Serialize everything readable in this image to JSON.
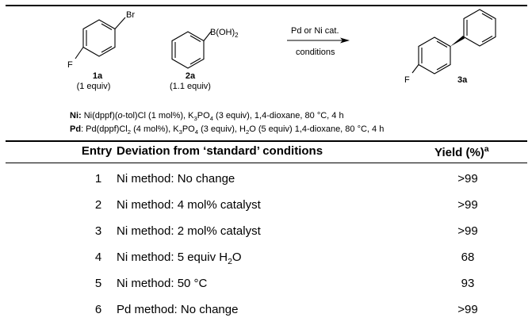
{
  "scheme": {
    "reactant1": {
      "substituent_top": "Br",
      "substituent_bottom": "F",
      "label": "1a",
      "equiv": "(1 equiv)"
    },
    "reactant2": {
      "substituent": "B(OH)",
      "subscript": "2",
      "label": "2a",
      "equiv": "(1.1 equiv)"
    },
    "arrow_top": "Pd or Ni cat.",
    "arrow_bottom": "conditions",
    "product": {
      "substituent": "F",
      "label": "3a"
    }
  },
  "conditions": {
    "ni_label": "Ni:",
    "ni_parts": [
      "Ni(dppf)(",
      "o",
      "-tol)Cl (1 mol%), K",
      "3",
      "PO",
      "4",
      " (3 equiv), 1,4-dioxane, 80 °C, 4 h"
    ],
    "pd_label": "Pd",
    "pd_parts": [
      ": Pd(dppf)Cl",
      "2",
      " (4 mol%), K",
      "3",
      "PO",
      "4",
      " (3 equiv), H",
      "2",
      "O (5 equiv) 1,4-dioxane, 80 °C, 4 h"
    ]
  },
  "table": {
    "headers": {
      "entry": "Entry",
      "deviation": "Deviation from ‘standard’ conditions",
      "yield": "Yield (%)",
      "yield_sup": "a"
    },
    "rows": [
      {
        "entry": "1",
        "deviation": "Ni method: No change",
        "yield": ">99"
      },
      {
        "entry": "2",
        "deviation": "Ni method: 4 mol% catalyst",
        "yield": ">99"
      },
      {
        "entry": "3",
        "deviation": "Ni method: 2 mol% catalyst",
        "yield": ">99"
      },
      {
        "entry": "4",
        "deviation": "Ni method: 5 equiv H",
        "deviation_sub": "2",
        "deviation_tail": "O",
        "yield": "68"
      },
      {
        "entry": "5",
        "deviation": "Ni method: 50 °C",
        "yield": "93"
      },
      {
        "entry": "6",
        "deviation": "Pd method: No change",
        "yield": ">99"
      }
    ]
  }
}
